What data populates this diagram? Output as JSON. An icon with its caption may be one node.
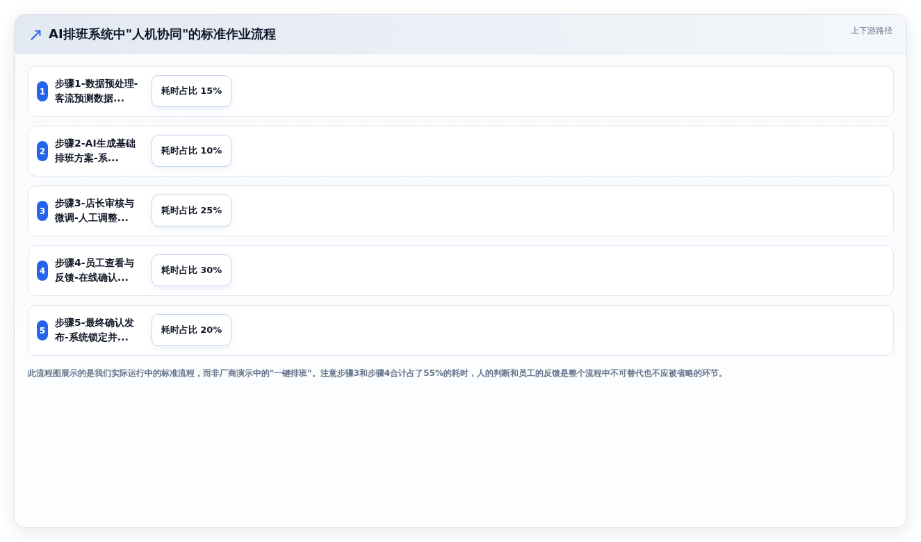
{
  "diagram": {
    "title": "AI排班系统中\"人机协同\"的标准作业流程",
    "nodes": [
      {
        "text": [
          "步骤1-数据预处理-客流预测数据..."
        ]
      },
      {
        "text": [
          "1"
        ],
        "in": 0
      },
      {
        "text": [
          "耗时占比 15%"
        ],
        "in": 0
      },
      {
        "text": [
          "步骤2-AI生成基础排班方案-系..."
        ]
      },
      {
        "text": [
          "2"
        ],
        "in": 3
      },
      {
        "text": [
          "耗时占比 10%"
        ],
        "in": 3
      },
      {
        "text": [
          "步骤3-店长审核与微调-人工调整..."
        ]
      },
      {
        "text": [
          "3"
        ],
        "in": 6
      },
      {
        "text": [
          "耗时占比 25%"
        ],
        "in": 6
      },
      {
        "text": [
          "步骤4-员工查看与反馈-在线确认..."
        ]
      },
      {
        "text": [
          "4"
        ],
        "in": 9
      },
      {
        "text": [
          "耗时占比 30%"
        ],
        "in": 9
      },
      {
        "text": [
          "步骤5-最终确认发布-系统锁定并..."
        ]
      },
      {
        "text": [
          "5"
        ],
        "in": 12
      },
      {
        "text": [
          "耗时占比 20%"
        ],
        "in": 12
      }
    ],
    "labels": [
      "上下游路径"
    ],
    "caption": "此流程图展示的是我们实际运行中的标准流程，而非厂商演示中的\"一键排班\"。注意步骤3和步骤4合计占了55%的耗时，人的判断和员工的反馈是整个流程中不可替代也不应被省略的环节。"
  }
}
